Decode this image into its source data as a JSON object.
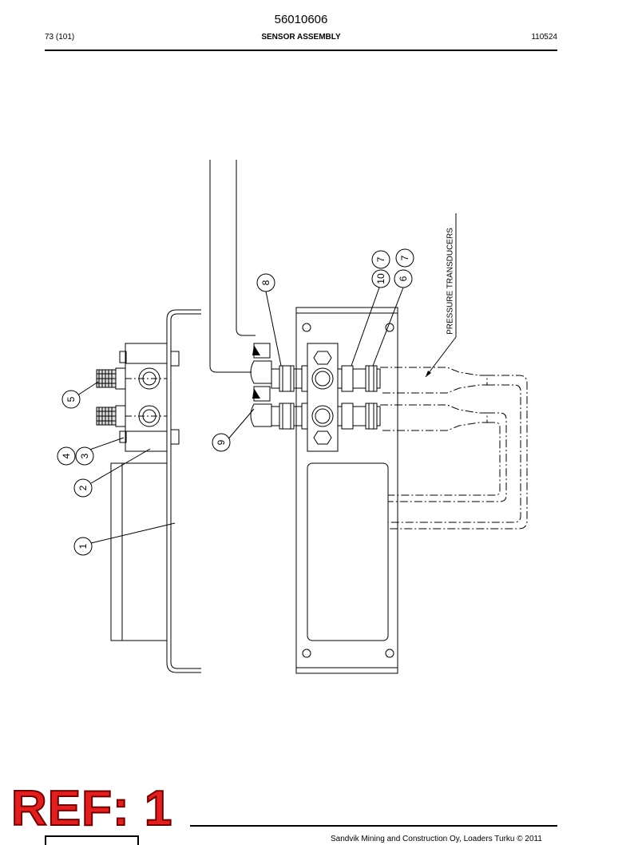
{
  "header": {
    "doc_number": "56010606",
    "page_ref": "73 (101)",
    "title": "SENSOR ASSEMBLY",
    "date_code": "110524"
  },
  "drawing": {
    "callouts": [
      "1",
      "2",
      "3",
      "4",
      "5",
      "6",
      "7",
      "7",
      "8",
      "9",
      "10"
    ],
    "label_pressure": "PRESSURE TRANSDUCERS"
  },
  "footer": {
    "ref_stamp": "REF: 1",
    "copyright": "Sandvik Mining and Construction Oy, Loaders Turku © 2011"
  }
}
